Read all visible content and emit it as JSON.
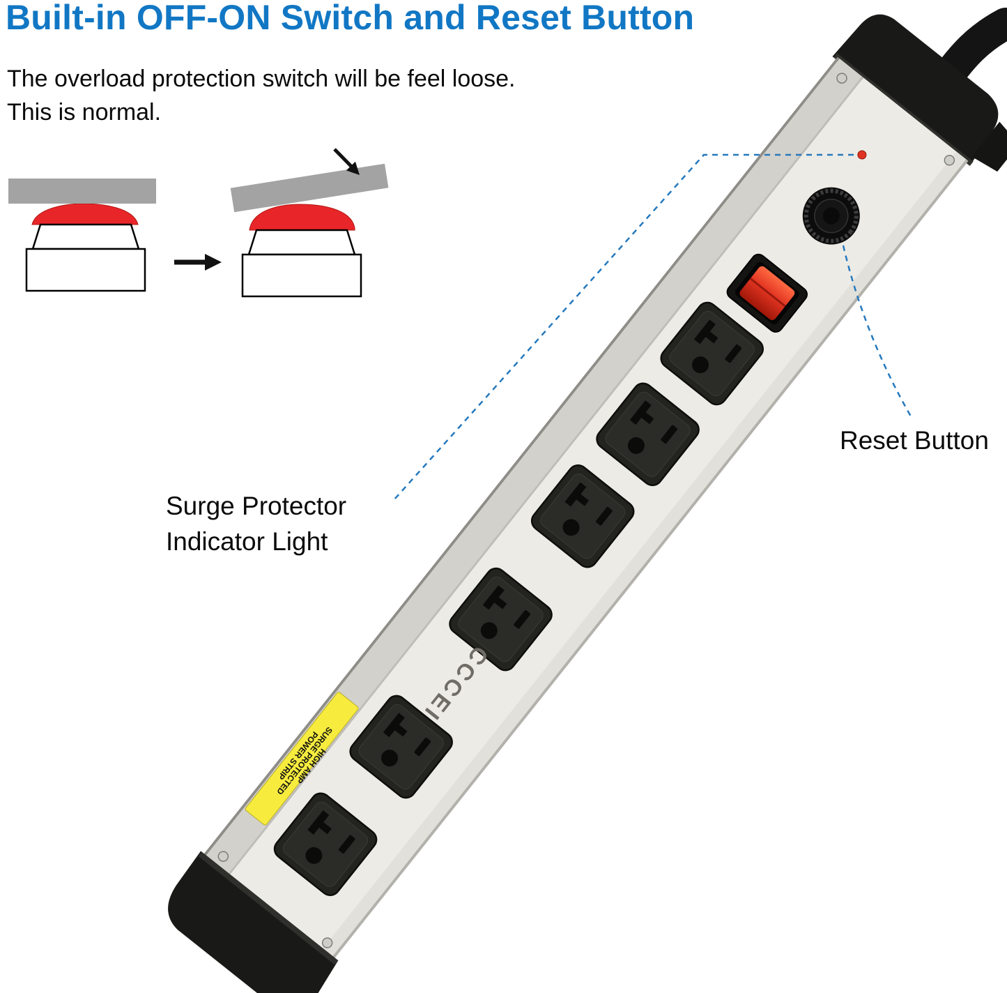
{
  "title": "Built-in OFF-ON Switch and Reset Button",
  "description": {
    "line1": "The overload protection switch will be feel loose.",
    "line2": "This is normal."
  },
  "callouts": {
    "surge_indicator": {
      "line1": "Surge Protector",
      "line2": "Indicator Light"
    },
    "reset_button": "Reset Button"
  },
  "power_strip": {
    "brand": "CCCEI",
    "warning_label": [
      "HIGH AMP",
      "SURGE PROTECTED",
      "POWER STRIP"
    ],
    "outlet_count": 6
  },
  "colors": {
    "heading_blue": "#1177c4",
    "callout_blue": "#2579bd",
    "switch_red": "#e8262a",
    "label_yellow": "#f7ec3e",
    "strip_body": "#edebe6"
  }
}
